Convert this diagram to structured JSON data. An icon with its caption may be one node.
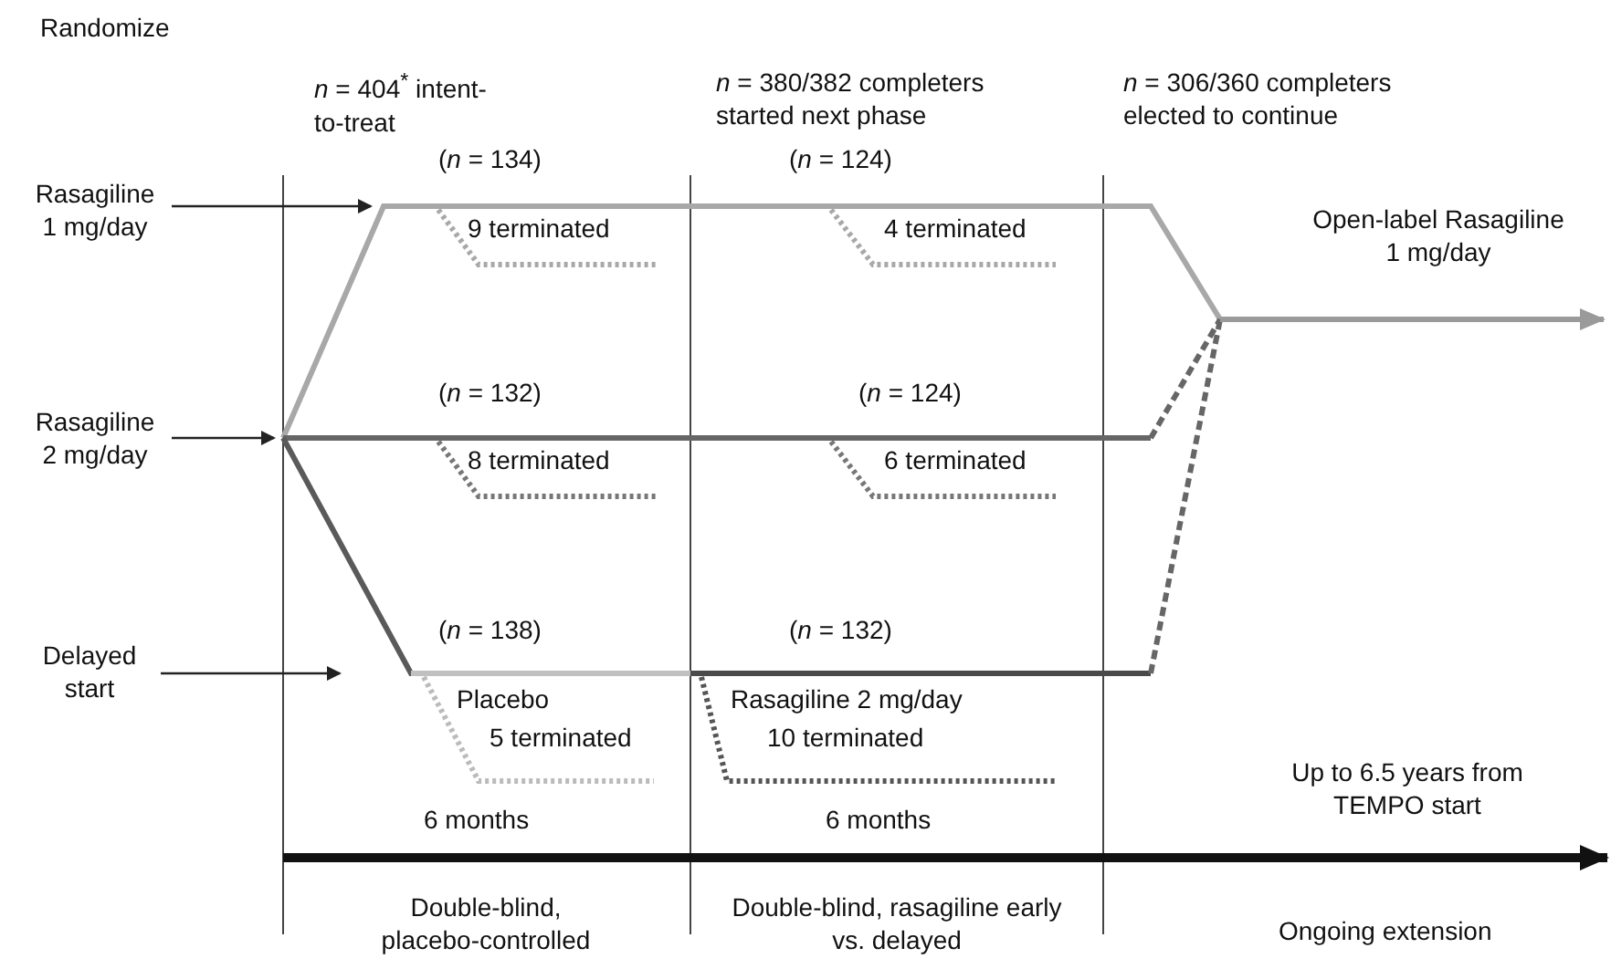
{
  "diagram": {
    "nodes": [
      {
        "text": [
          "Rasagiline 1 mg/day"
        ]
      },
      {
        "text": [
          "Rasagiline 2 mg/day"
        ]
      },
      {
        "text": [
          "Delayed start"
        ]
      }
    ],
    "edges": [
      {
        "from": 0,
        "to": null,
        "arrow": "to"
      },
      {
        "from": 1,
        "to": null,
        "arrow": "to"
      },
      {
        "from": 2,
        "to": null,
        "arrow": "to"
      }
    ],
    "labels": [
      "Randomize",
      "*n* = 404$^{*}$ intent-to-treat",
      "*n* = 380/382 completers started next phase",
      "*n* = 306/360 completers elected to continue",
      "(*n* = 134)",
      "(*n* = 124)",
      "9 terminated",
      "4 terminated",
      "Open-label Rasagiline 1 mg/day",
      "(*n* = 132)",
      "(*n* = 124)",
      "8 terminated",
      "6 terminated",
      "(*n* = 138)",
      "(*n* = 132)",
      "Placebo",
      "Rasagiline 2 mg/day",
      "5 terminated",
      "10 terminated",
      "Up to 6.5 years from TEMPO start",
      "6 months",
      "6 months",
      "Double-blind, placebo-controlled",
      "Double-blind, rasagiline early vs. delayed",
      "Ongoing extension"
    ]
  }
}
